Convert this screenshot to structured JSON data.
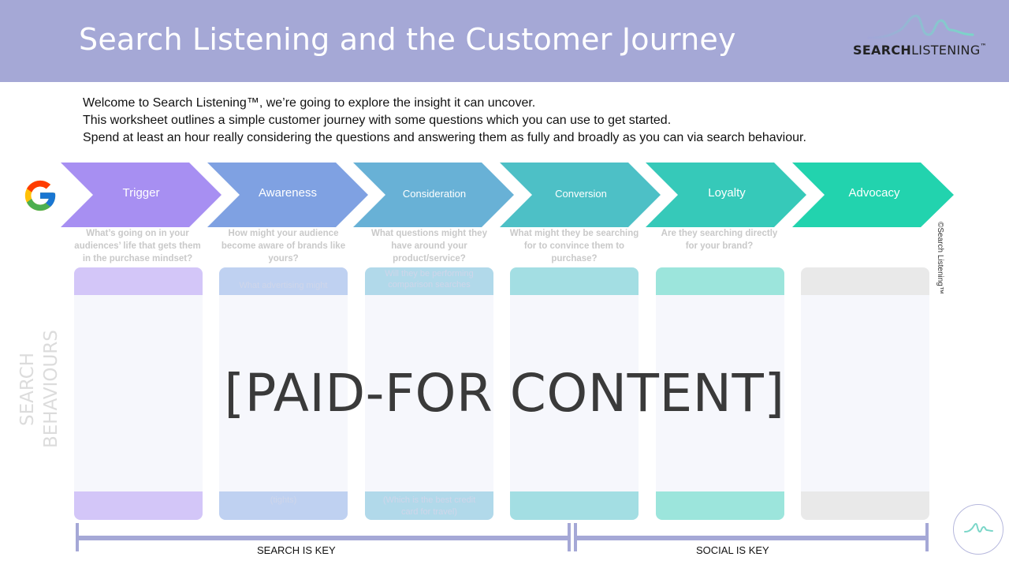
{
  "header": {
    "title": "Search Listening and the Customer Journey",
    "logo": {
      "bold": "SEARCH",
      "light": "LISTENING",
      "tm": "™"
    },
    "background": "#a5a8d6"
  },
  "intro": {
    "line1": "Welcome to Search Listening™, we’re going to explore the insight it can uncover.",
    "line2": "This worksheet outlines a simple customer journey with some questions which you can use to get started.",
    "line3": "Spend at least an hour really considering the questions and answering them as fully and broadly as you can via search behaviour."
  },
  "journey": {
    "icon": "google-g-icon",
    "stages": [
      {
        "label": "Trigger",
        "color": "#a78ff2",
        "question": "What’s going on in your audiences’ life that gets them in the purchase mindset?"
      },
      {
        "label": "Awareness",
        "color": "#7fa1e2",
        "question": "How might your audience become aware of brands like yours?"
      },
      {
        "label": "Consideration",
        "color": "#68b1d6",
        "question": "What questions might they have around your product/service?"
      },
      {
        "label": "Conversion",
        "color": "#4dc0c6",
        "question": "What might they be searching for to convince them to purchase?"
      },
      {
        "label": "Loyalty",
        "color": "#36c9b9",
        "question": "Are they searching directly for your brand?"
      },
      {
        "label": "Advocacy",
        "color": "#22d3ae",
        "question": ""
      }
    ],
    "card_colors": [
      "#d3c6f8",
      "#bfd1f1",
      "#b1d9ea",
      "#a3dee3",
      "#9ce5dc",
      "#e9e9e9"
    ],
    "faint_text": {
      "awareness_top": "What advertising might",
      "consideration_top1": "Will they be performing",
      "consideration_top2": "comparison searches",
      "awareness_bottom": "(tights)",
      "consideration_bottom1": "(Which is the best credit",
      "consideration_bottom2": "card for travel)"
    }
  },
  "side_label": {
    "line1": "SEARCH",
    "line2": "BEHAVIOURS"
  },
  "copyright": "©Search Listening™",
  "overlay": "[PAID-FOR CONTENT]",
  "keys": {
    "left": "SEARCH IS KEY",
    "right": "SOCIAL IS KEY",
    "bar_color": "#a5a8d6"
  },
  "badge_icon": "wave-logo-icon"
}
